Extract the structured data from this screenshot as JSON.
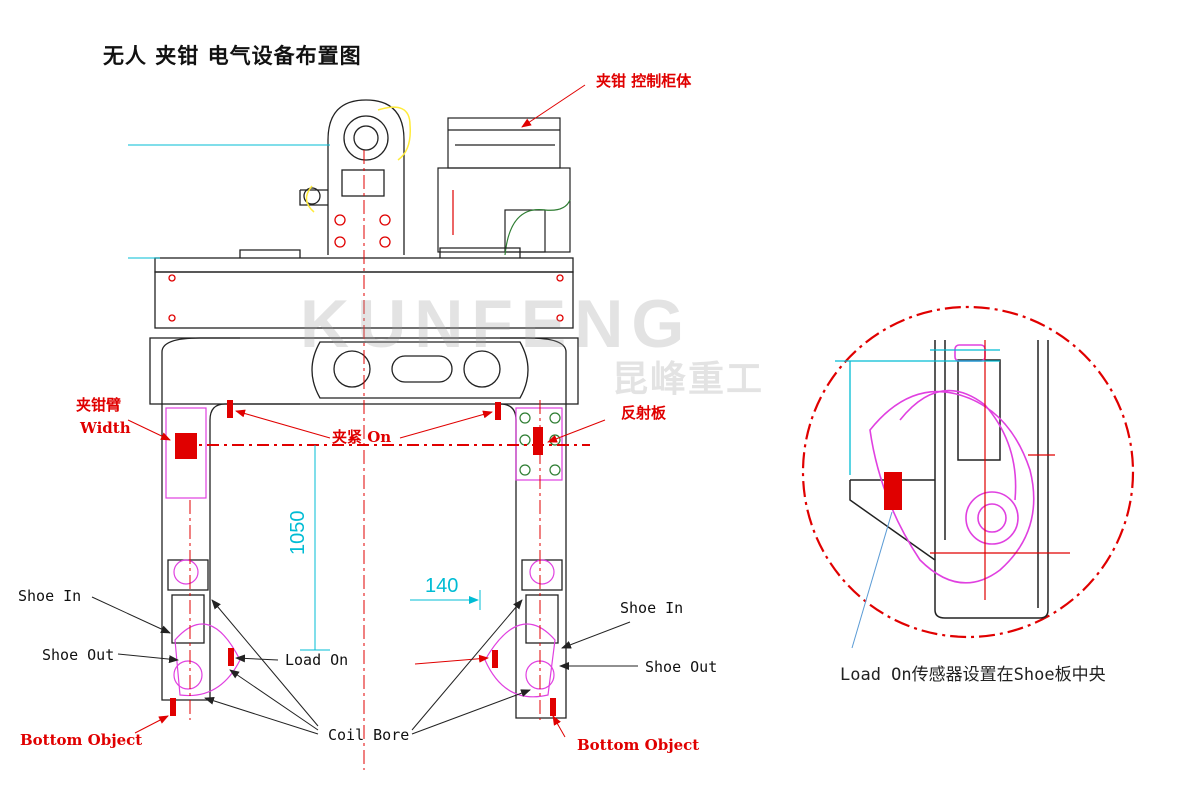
{
  "title": "无人 夹钳 电气设备布置图",
  "watermark": {
    "brand": "KUNFENG",
    "brand_cn": "昆峰重工"
  },
  "labels": {
    "control_cabinet": "夹钳 控制柜体",
    "clamp_arm": "夹钳臂",
    "width": "Width",
    "clamp_on": "夹紧 On",
    "reflector": "反射板",
    "shoe_in_left": "Shoe In",
    "shoe_out_left": "Shoe Out",
    "load_on": "Load On",
    "bottom_object_left": "Bottom Object",
    "coil_bore": "Coil Bore",
    "shoe_in_right": "Shoe In",
    "shoe_out_right": "Shoe Out",
    "bottom_object_right": "Bottom Object"
  },
  "dimensions": {
    "height": "1050",
    "offset": "140"
  },
  "detail_caption": "Load On传感器设置在Shoe板中央",
  "colors": {
    "red": "#e00000",
    "magenta": "#e040e0",
    "cyan": "#00bcd4",
    "green": "#2e7d32",
    "yellow": "#ffeb3b"
  }
}
